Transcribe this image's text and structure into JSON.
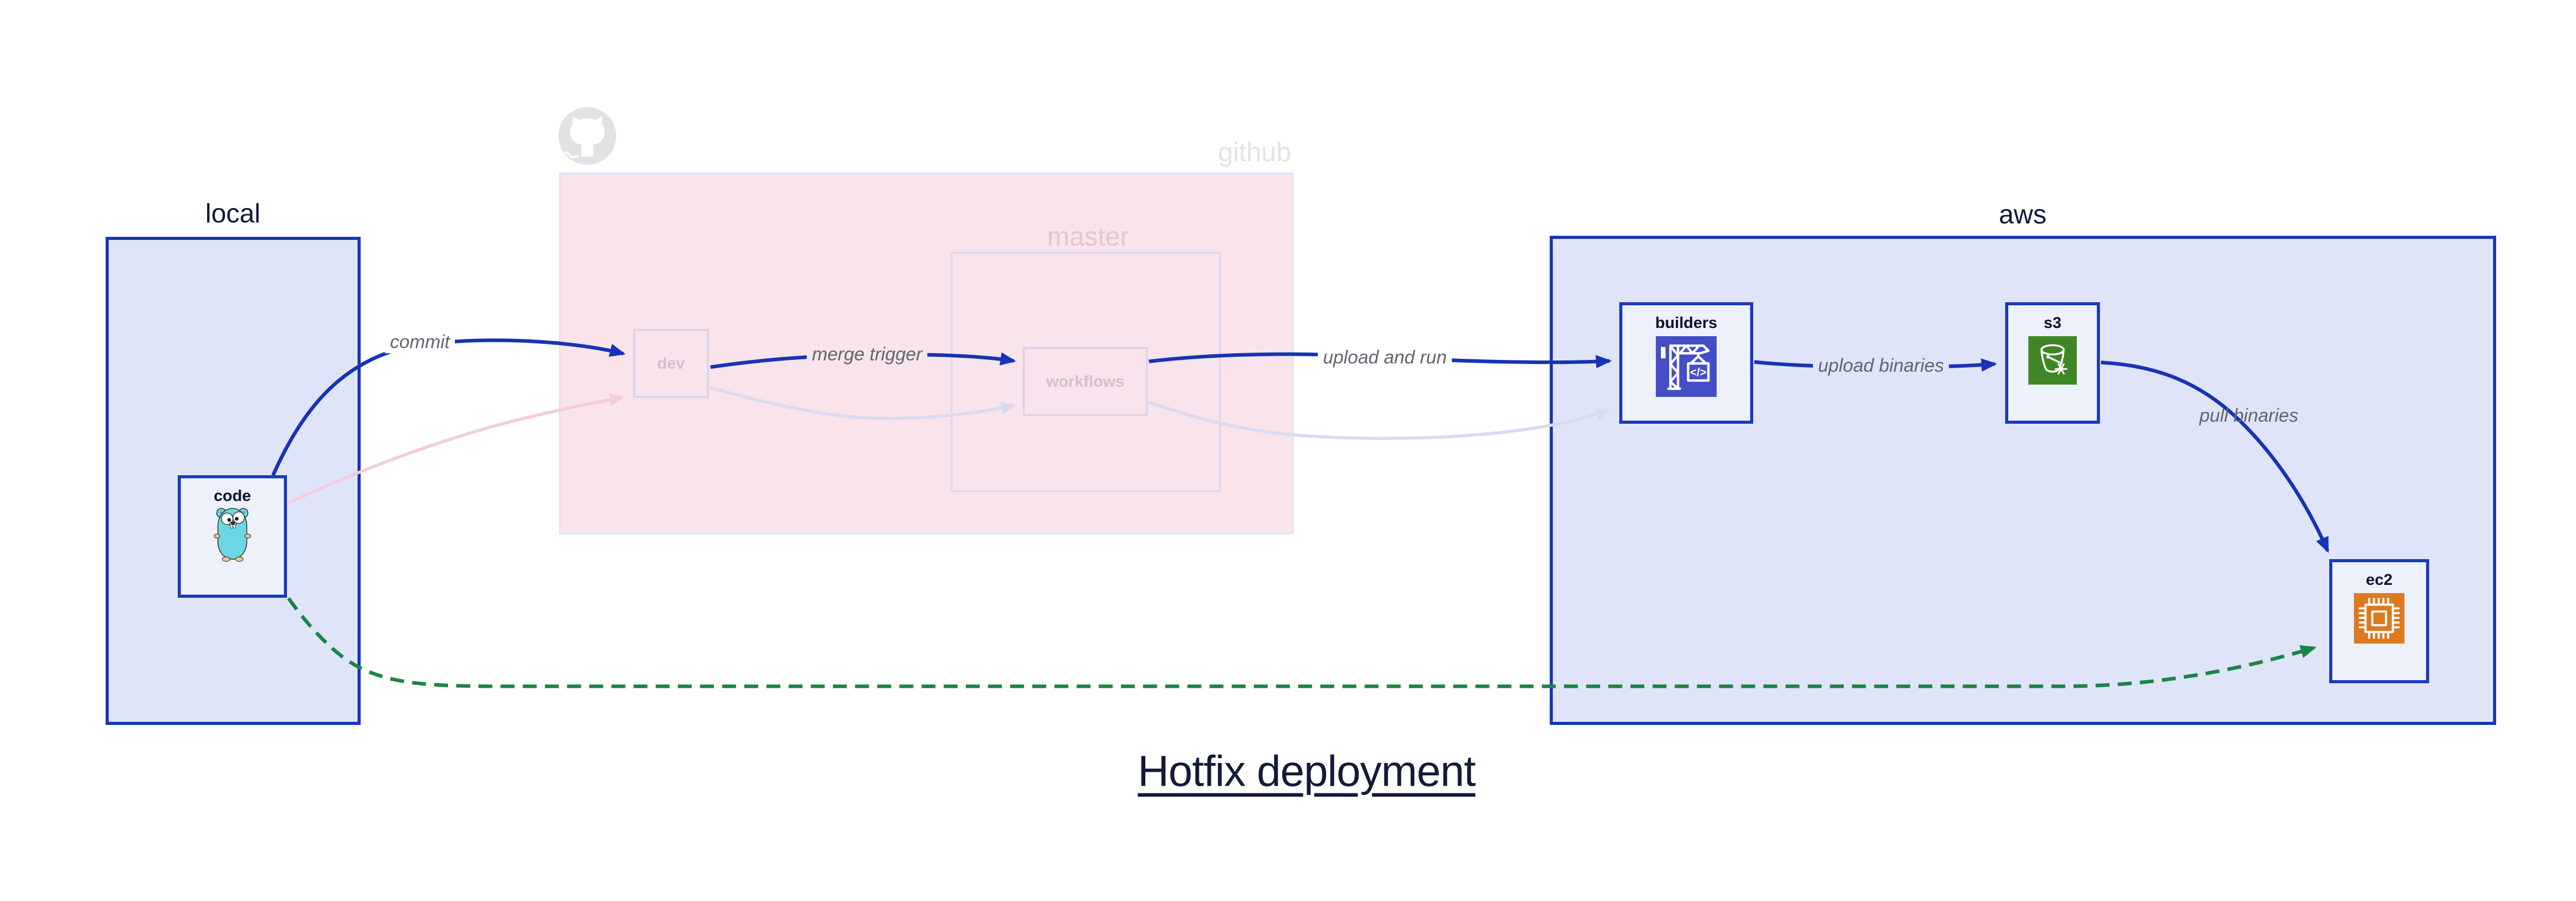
{
  "title": "Hotfix deployment",
  "groups": {
    "local": {
      "label": "local"
    },
    "github": {
      "label": "github",
      "master": {
        "label": "master"
      }
    },
    "aws": {
      "label": "aws"
    }
  },
  "nodes": {
    "code": {
      "label": "code",
      "icon": "go-gopher-icon"
    },
    "dev": {
      "label": "dev",
      "state": "faded"
    },
    "workflows": {
      "label": "workflows",
      "state": "faded"
    },
    "builders": {
      "label": "builders",
      "icon": "codebuild-crane-icon"
    },
    "s3": {
      "label": "s3",
      "icon": "s3-glacier-bucket-icon"
    },
    "ec2": {
      "label": "ec2",
      "icon": "ec2-chip-icon"
    }
  },
  "edges": {
    "commit": {
      "label": "commit",
      "from": "code",
      "to": "dev",
      "style": "solid-blue"
    },
    "merge_trigger": {
      "label": "merge trigger",
      "from": "dev",
      "to": "workflows",
      "style": "solid-blue"
    },
    "upload_and_run": {
      "label": "upload and run",
      "from": "workflows",
      "to": "builders",
      "style": "solid-blue"
    },
    "upload_binaries": {
      "label": "upload binaries",
      "from": "builders",
      "to": "s3",
      "style": "solid-blue"
    },
    "pull_binaries": {
      "label": "pull binaries",
      "from": "s3",
      "to": "ec2",
      "style": "solid-blue"
    },
    "hotfix_path": {
      "from": "code",
      "to": "ec2",
      "style": "dashed-green"
    },
    "faded_code_dev": {
      "from": "code",
      "to": "dev",
      "style": "faded-pink"
    },
    "faded_dev_workflows": {
      "from": "dev",
      "to": "workflows",
      "style": "faded-lavender"
    },
    "faded_workflows_builders": {
      "from": "workflows",
      "to": "builders",
      "style": "faded-lavender"
    }
  },
  "colors": {
    "edge_blue": "#1634b4",
    "border_blue": "#1735b5",
    "group_fill": "#dfe4f8",
    "node_fill": "#edf1fb",
    "github_fill": "#f8e4ea",
    "hotfix_green": "#1c8446",
    "faded_pink_edge": "#f3cdd9",
    "faded_lavender_edge": "#d8daf1",
    "builders_icon_bg": "#444fc7",
    "s3_icon_bg": "#3f8624",
    "ec2_icon_bg": "#dd7a1f",
    "gopher_cyan": "#6cd7e2",
    "edge_label_gray": "#5f6670",
    "dark_text": "#0d1433"
  }
}
